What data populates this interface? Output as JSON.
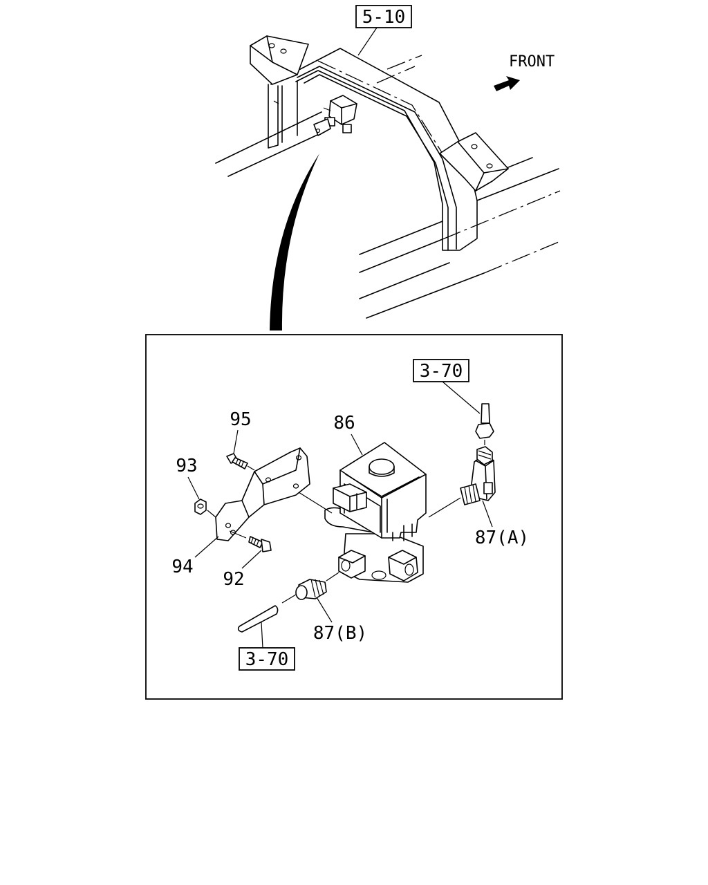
{
  "direction_label": "FRONT",
  "refs": {
    "top": "5-10",
    "upper_right": "3-70",
    "lower_left": "3-70"
  },
  "callouts": {
    "c95": "95",
    "c93": "93",
    "c94": "94",
    "c92": "92",
    "c86": "86",
    "c87a": "87(A)",
    "c87b": "87(B)"
  },
  "colors": {
    "line": "#000000",
    "background": "#ffffff"
  }
}
